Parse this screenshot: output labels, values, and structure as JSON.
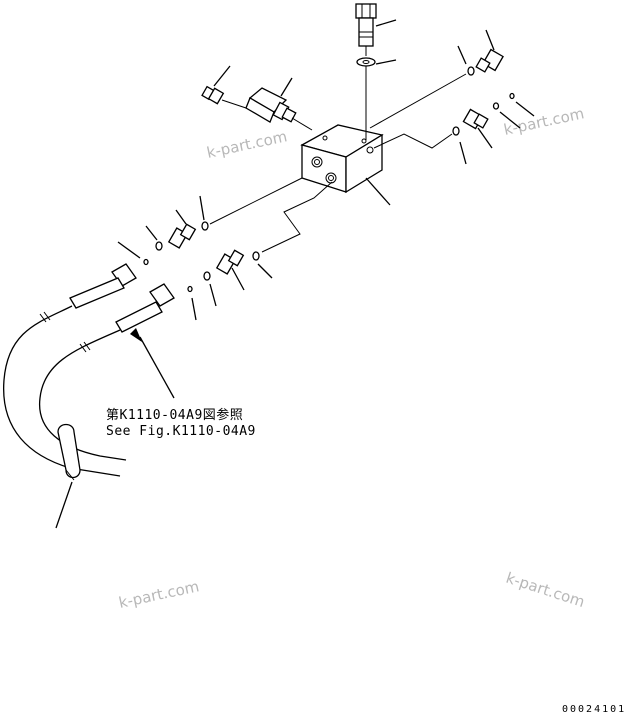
{
  "reference_note": {
    "line_jp": "第K1110-04A9図参照",
    "line_en": "See Fig.K1110-04A9"
  },
  "watermarks": [
    "k-part.com",
    "k-part.com",
    "k-part.com",
    "k-part.com"
  ],
  "figure_code": "00024101"
}
